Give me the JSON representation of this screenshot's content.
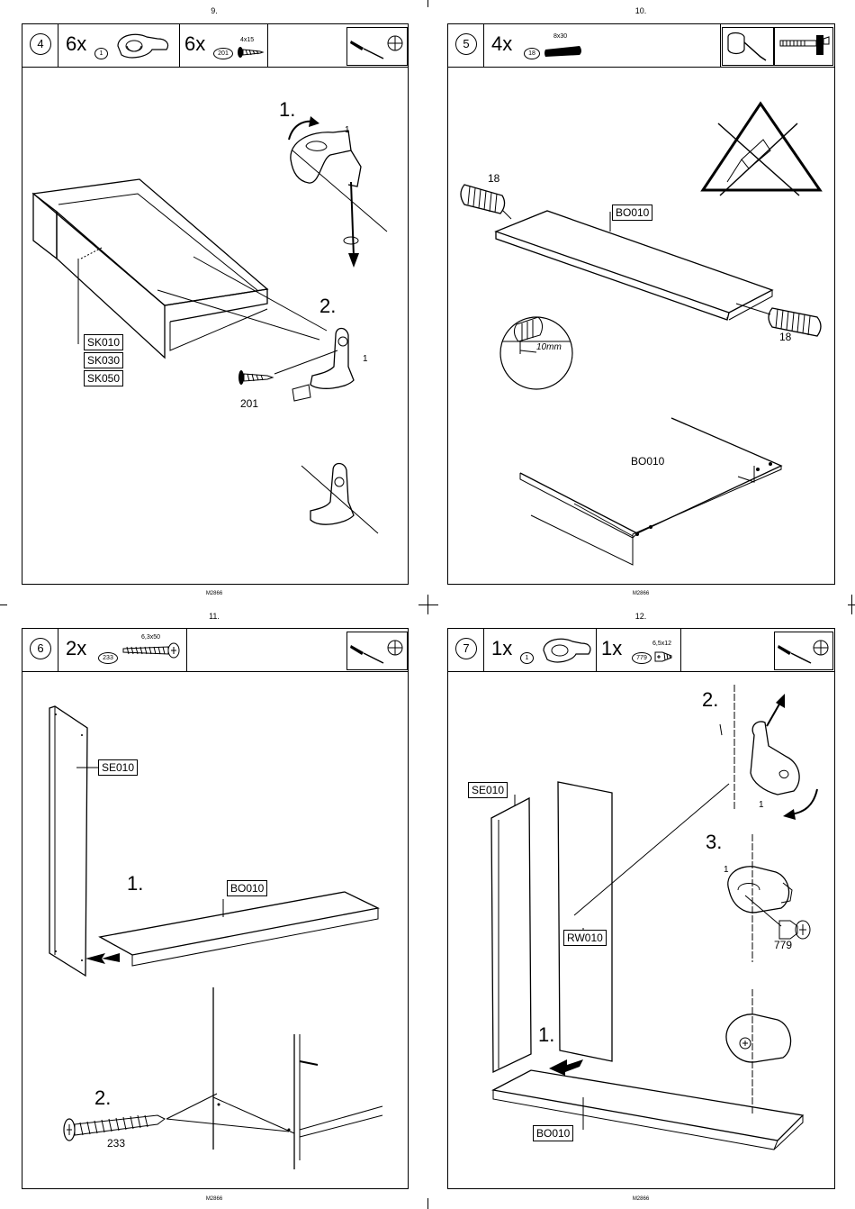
{
  "page_numbers": [
    "9.",
    "10.",
    "11.",
    "12."
  ],
  "code": "M2866",
  "steps": [
    {
      "number": "4",
      "qty1": "6x",
      "part1": "1",
      "qty2": "6x",
      "part2": "201",
      "dim2": "4x15",
      "callouts": {
        "s1": "1.",
        "s2": "2.",
        "n1a": "1",
        "n1b": "1",
        "n201": "201"
      },
      "labels": [
        "SK010",
        "SK030",
        "SK050"
      ]
    },
    {
      "number": "5",
      "qty1": "4x",
      "part1": "18",
      "dim1": "8x30",
      "callouts": {
        "n18a": "18",
        "n18b": "18",
        "mm": "10mm"
      },
      "labels": {
        "bo1": "BO010",
        "bo2": "BO010"
      }
    },
    {
      "number": "6",
      "qty1": "2x",
      "part1": "233",
      "dim1": "6,3x50",
      "callouts": {
        "s1": "1.",
        "s2": "2.",
        "n233": "233"
      },
      "labels": {
        "se": "SE010",
        "bo": "BO010"
      }
    },
    {
      "number": "7",
      "qty1": "1x",
      "part1": "1",
      "qty2": "1x",
      "part2": "779",
      "dim2": "6,5x12",
      "callouts": {
        "s1": "1.",
        "s2": "2.",
        "s3": "3.",
        "n1a": "1",
        "n1b": "1",
        "n779": "779"
      },
      "labels": {
        "se": "SE010",
        "rw": "RW010",
        "bo": "BO010"
      }
    }
  ]
}
